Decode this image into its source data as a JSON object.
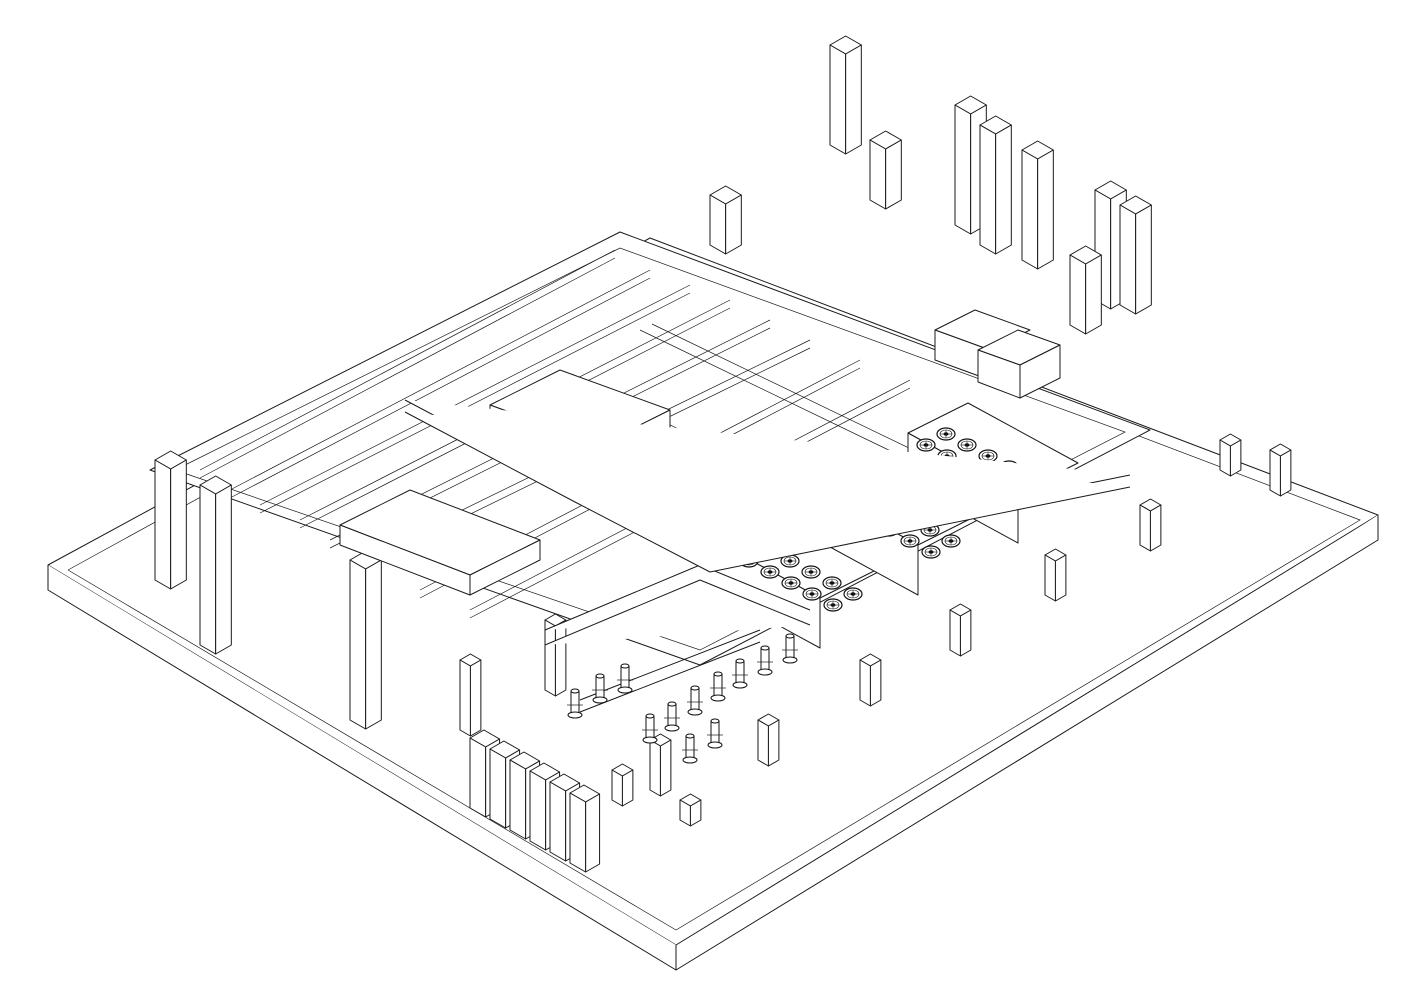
{
  "drawing": {
    "style": "isometric line drawing",
    "line_color": "#1a1a1a",
    "background": "#ffffff"
  },
  "components": {
    "fan_units": {
      "count": 3,
      "fans_per_unit": 12,
      "icon": "fan-icon"
    },
    "electrical_cabinets": {
      "count": 6
    },
    "exhaust_stacks": {
      "count": 12
    }
  }
}
